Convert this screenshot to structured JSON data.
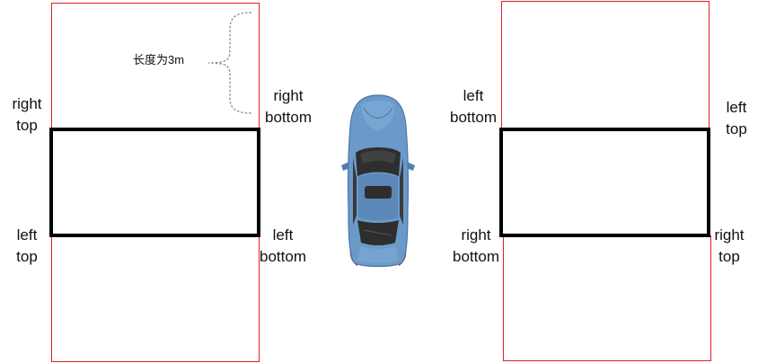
{
  "annotation": {
    "length_text": "长度为3m"
  },
  "left_diagram": {
    "right_top": {
      "line1": "right",
      "line2": "top"
    },
    "right_bottom": {
      "line1": "right",
      "line2": "bottom"
    },
    "left_top": {
      "line1": "left",
      "line2": "top"
    },
    "left_bottom": {
      "line1": "left",
      "line2": "bottom"
    }
  },
  "right_diagram": {
    "left_bottom": {
      "line1": "left",
      "line2": "bottom"
    },
    "left_top": {
      "line1": "left",
      "line2": "top"
    },
    "right_bottom": {
      "line1": "right",
      "line2": "bottom"
    },
    "right_top": {
      "line1": "right",
      "line2": "top"
    }
  },
  "colors": {
    "outline_red": "#e02020",
    "car_body": "#6b9ac9",
    "car_glass": "#2e2e2e",
    "brake_light": "#c41e1e"
  }
}
